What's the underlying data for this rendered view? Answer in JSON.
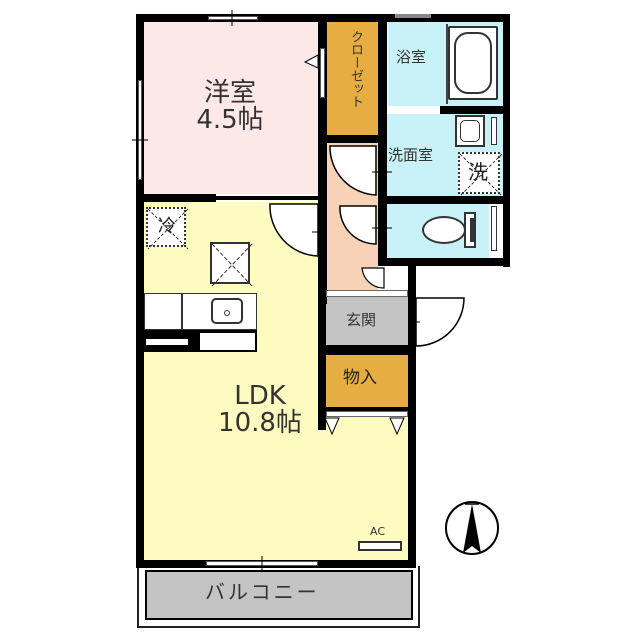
{
  "floorplan": {
    "colors": {
      "wall": "#000000",
      "western_room": "#fde8e8",
      "ldk": "#fdfbbf",
      "closet": "#e5ad42",
      "storage": "#e5ad42",
      "wet_areas": "#c9f2f8",
      "hallway": "#f7d2b6",
      "entrance": "#c4c4c4",
      "balcony": "#c4c4c4"
    },
    "rooms": {
      "western_room": {
        "name": "洋室",
        "size": "4.5帖"
      },
      "closet": {
        "name": "クローゼット"
      },
      "bathroom": {
        "name": "浴室"
      },
      "washroom": {
        "name": "洗面室"
      },
      "washer": {
        "symbol": "洗"
      },
      "fridge": {
        "symbol": "冷"
      },
      "ldk": {
        "name": "LDK",
        "size": "10.8帖"
      },
      "entrance": {
        "name": "玄関"
      },
      "storage": {
        "name": "物入"
      },
      "balcony": {
        "name": "バルコニー"
      },
      "air_conditioner": {
        "label": "AC"
      }
    },
    "compass": {
      "direction": "north-up"
    }
  }
}
